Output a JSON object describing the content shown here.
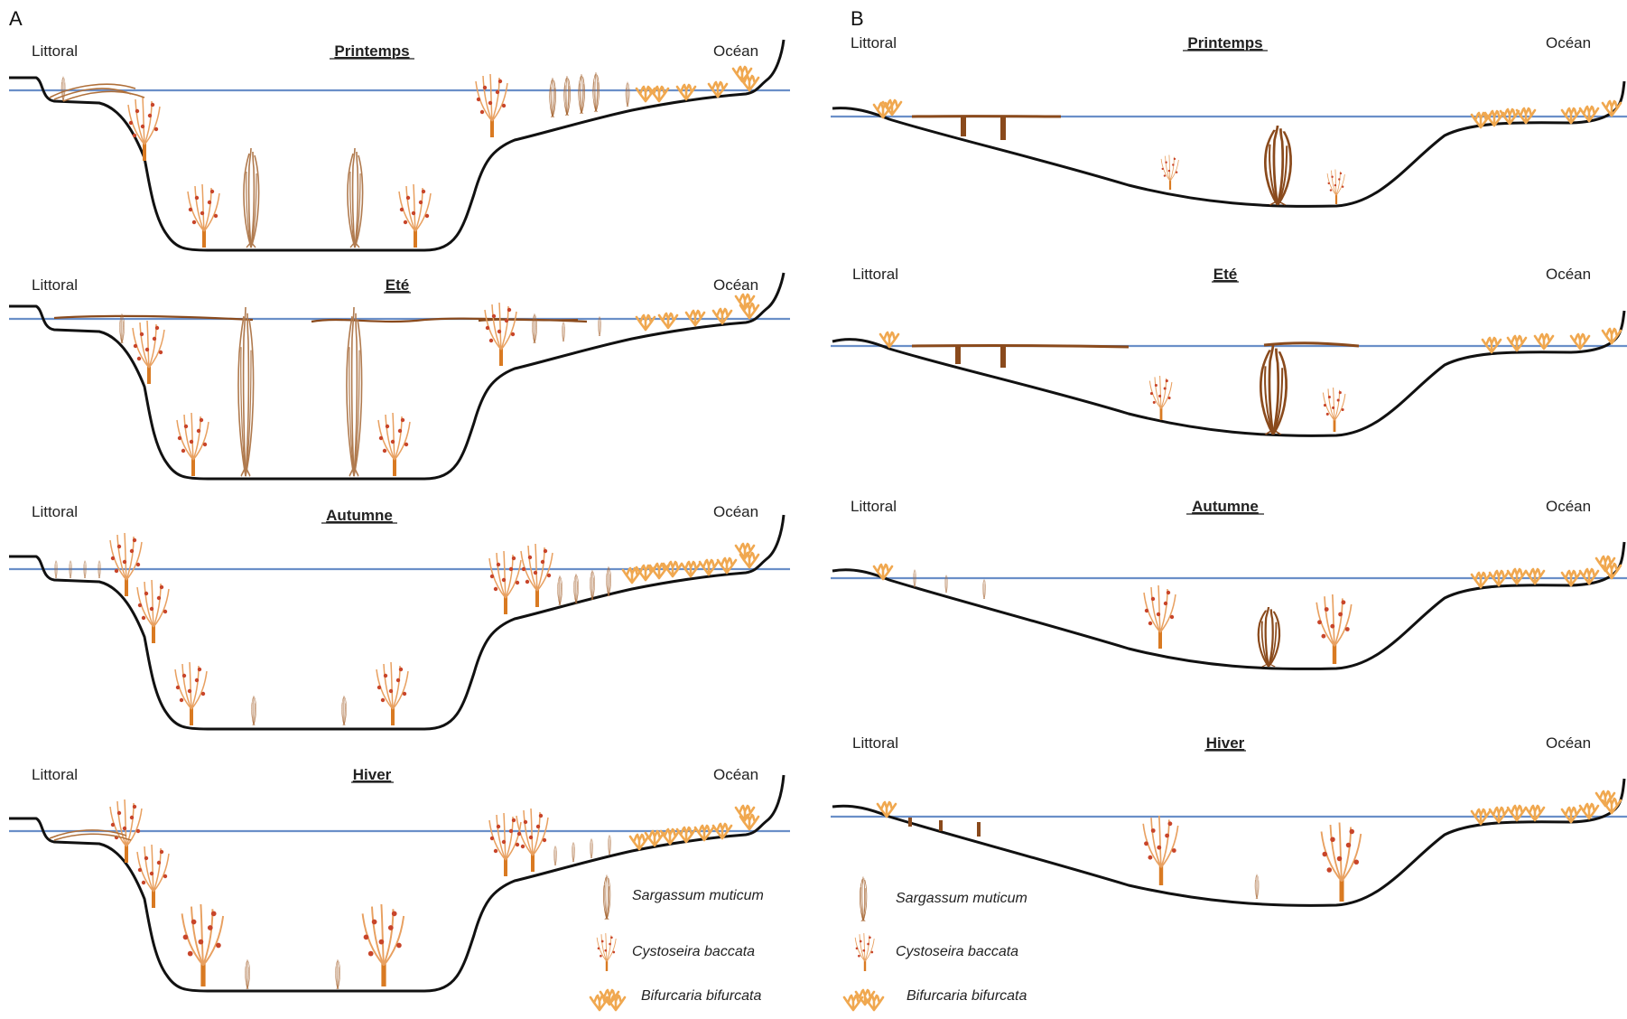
{
  "panels": [
    {
      "letter": "A",
      "left_label": "Littoral",
      "right_label": "Océan",
      "seasons": [
        {
          "name": "Printemps"
        },
        {
          "name": "Eté"
        },
        {
          "name": "Autumne"
        },
        {
          "name": "Hiver"
        }
      ]
    },
    {
      "letter": "B",
      "left_label": "Littoral",
      "right_label": "Océan",
      "seasons": [
        {
          "name": "Printemps"
        },
        {
          "name": "Eté"
        },
        {
          "name": "Autumne"
        },
        {
          "name": "Hiver"
        }
      ]
    }
  ],
  "legend": [
    {
      "species": "Sargassum muticum",
      "icon": "sargassum-icon"
    },
    {
      "species": "Cystoseira baccata",
      "icon": "cystoseira-icon"
    },
    {
      "species": "Bifurcaria bifurcata",
      "icon": "bifurcaria-icon"
    }
  ],
  "colors": {
    "water_line": "#6a8fc8",
    "seabed": "#111111",
    "sargassum": "#b07a4e",
    "sargassum_dark": "#8a4a1c",
    "cystoseira": "#e8a060",
    "cystoseira_stem": "#d97a22",
    "cystoseira_bladder": "#c8452a",
    "bifurcaria": "#f0a850"
  }
}
